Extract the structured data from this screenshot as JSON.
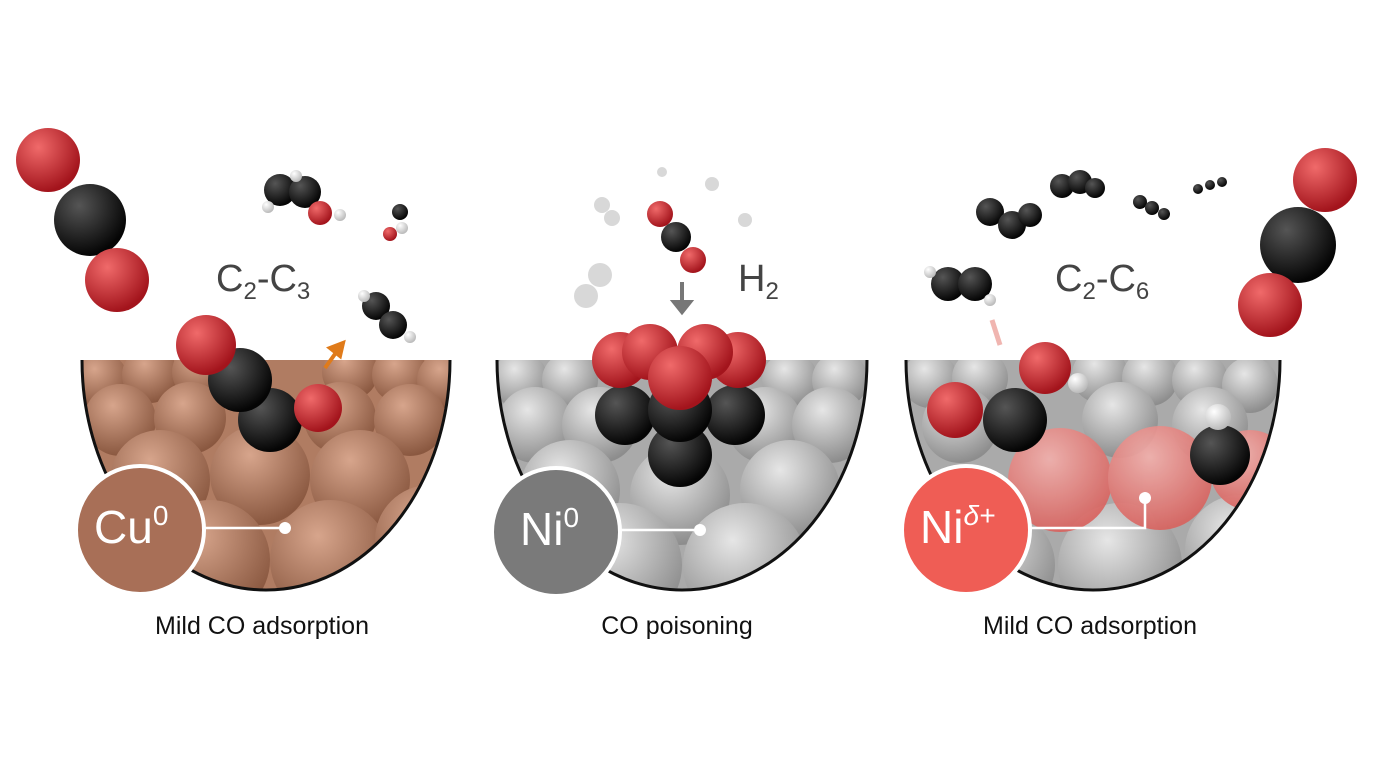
{
  "panels": [
    {
      "metal": "Cu",
      "metal_sup": "0",
      "product_a": "C",
      "product_a_sub": "2",
      "product_b": "C",
      "product_b_sub": "3",
      "caption": "Mild CO adsorption",
      "color": "#a86f57"
    },
    {
      "metal": "Ni",
      "metal_sup": "0",
      "gas": "H",
      "gas_sub": "2",
      "caption": "CO poisoning",
      "color": "#7a7a7a"
    },
    {
      "metal": "Ni",
      "metal_sup": "δ+",
      "product_a": "C",
      "product_a_sub": "2",
      "product_b": "C",
      "product_b_sub": "6",
      "caption": "Mild CO adsorption",
      "color": "#ef5d55"
    }
  ]
}
